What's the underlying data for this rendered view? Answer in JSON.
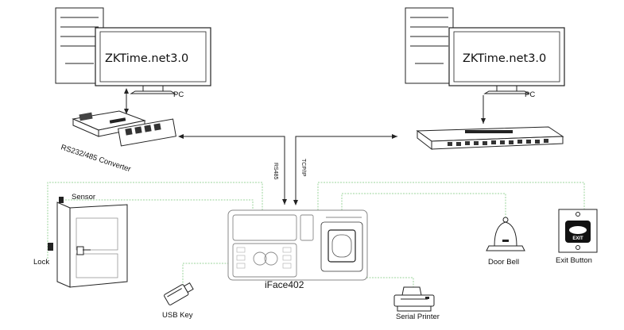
{
  "pc_left": {
    "screen_text": "ZKTime.net3.0",
    "label": "PC"
  },
  "pc_right": {
    "screen_text": "ZKTime.net3.0",
    "label": "PC"
  },
  "converter": {
    "label": "RS232/485 Converter"
  },
  "links": {
    "rs485": "RS485",
    "tcpip": "TCP/IP"
  },
  "device": {
    "label": "iFace402"
  },
  "peripherals": {
    "sensor": "Sensor",
    "lock": "Lock",
    "usb_key": "USB Key",
    "serial_printer": "Serial Printer",
    "door_bell": "Door Bell",
    "exit_button": "Exit Button",
    "exit_text": "EXIT"
  },
  "colors": {
    "wire": "#9bd49b",
    "line": "#222222",
    "device": "#888888"
  }
}
